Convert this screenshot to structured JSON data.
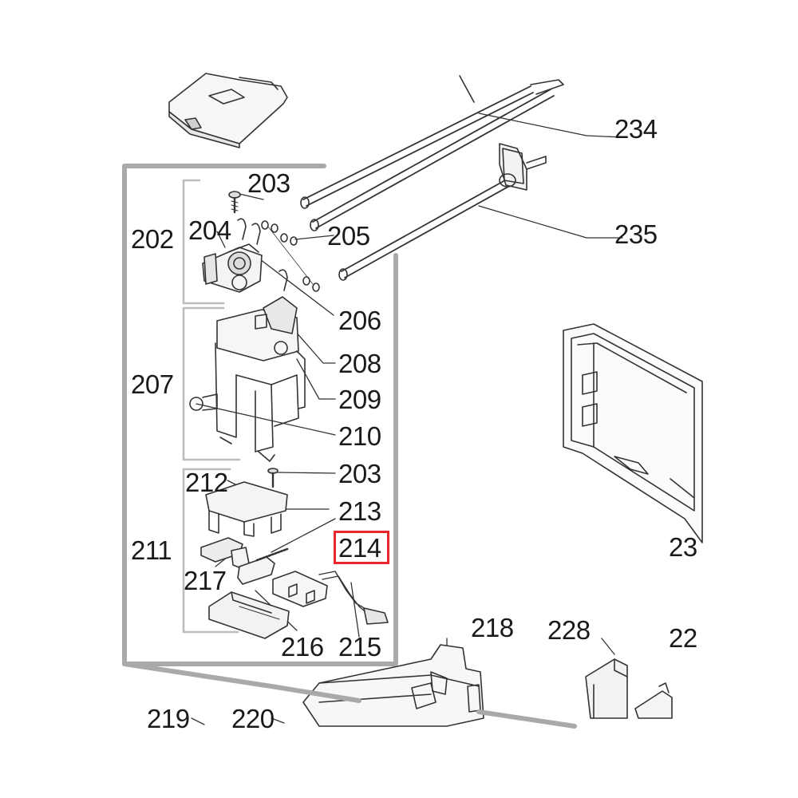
{
  "labels": {
    "l202": "202",
    "l203a": "203",
    "l204": "204",
    "l205": "205",
    "l206": "206",
    "l207": "207",
    "l208": "208",
    "l209": "209",
    "l210": "210",
    "l203b": "203",
    "l211": "211",
    "l212": "212",
    "l213": "213",
    "l214": "214",
    "l215": "215",
    "l216": "216",
    "l217": "217",
    "l218": "218",
    "l219": "219",
    "l220": "220",
    "l228": "228",
    "l22x": "22",
    "l23x": "23",
    "l234": "234",
    "l235": "235"
  },
  "highlight": {
    "part": "214",
    "color": "#e8262b"
  },
  "colors": {
    "frame": "#a9a9a9",
    "bracket": "#bdbdbd",
    "line": "#333333"
  }
}
